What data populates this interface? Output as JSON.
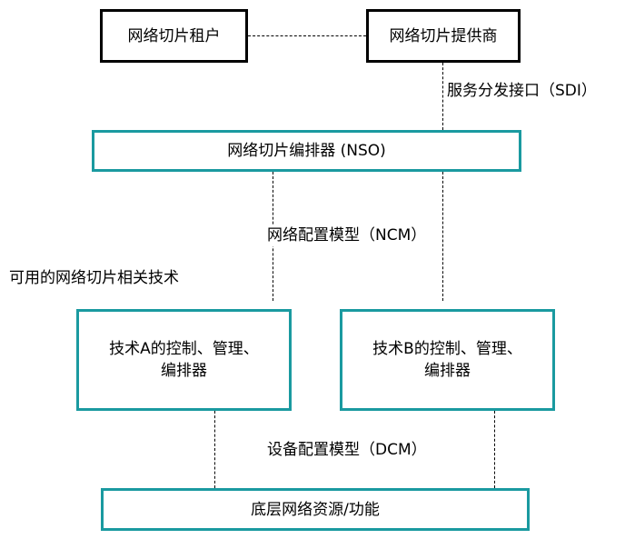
{
  "diagram": {
    "tenant_box": "网络切片租户",
    "provider_box": "网络切片提供商",
    "sdi_label": "服务分发接口（SDI）",
    "nso_box": "网络切片编排器 (NSO)",
    "ncm_label": "网络配置模型（NCM）",
    "tech_title": "可用的网络切片相关技术",
    "tech_a_box": "技术A的控制、管理、\n编排器",
    "tech_b_box": "技术B的控制、管理、\n编排器",
    "dcm_label": "设备配置模型（DCM）",
    "resource_box": "底层网络资源/功能"
  },
  "colors": {
    "black_border": "#000000",
    "teal_border": "#1a9aa0"
  }
}
